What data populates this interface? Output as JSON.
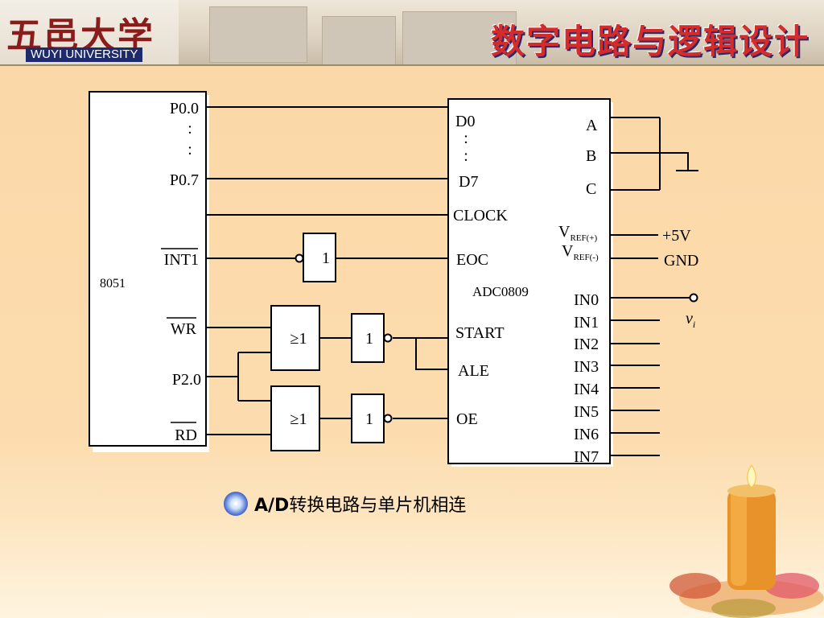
{
  "header": {
    "logo_cn": "五邑大学",
    "logo_en": "WUYI UNIVERSITY",
    "title": "数字电路与逻辑设计"
  },
  "diagram": {
    "mcu": {
      "name": "8051",
      "pins": {
        "p00": "P0.0",
        "dots": ":",
        "p07": "P0.7",
        "int1": "INT1",
        "wr": "WR",
        "p20": "P2.0",
        "rd": "RD"
      }
    },
    "adc": {
      "name": "ADC0809",
      "pins": {
        "d0": "D0",
        "dots": ":",
        "d7": "D7",
        "clock": "CLOCK",
        "eoc": "EOC",
        "start": "START",
        "ale": "ALE",
        "oe": "OE",
        "a": "A",
        "b": "B",
        "c": "C",
        "vref_pos_main": "V",
        "vref_pos_sub": "REF(+)",
        "vref_neg_main": "V",
        "vref_neg_sub": "REF(-)",
        "in": [
          "IN0",
          "IN1",
          "IN2",
          "IN3",
          "IN4",
          "IN5",
          "IN6",
          "IN7"
        ]
      }
    },
    "gates": {
      "not_int": "1",
      "or_top": "≥1",
      "not_top": "1",
      "or_bottom": "≥1",
      "not_bottom": "1"
    },
    "labels": {
      "plus5v": "+5V",
      "gnd": "GND",
      "vi_main": "v",
      "vi_sub": "i"
    }
  },
  "caption": {
    "bold": "A/D",
    "rest": "转换电路与单片机相连"
  }
}
